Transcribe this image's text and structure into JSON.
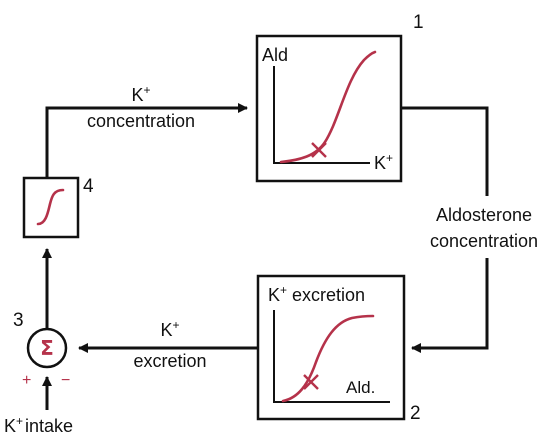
{
  "colors": {
    "curve": "#b5324a",
    "line": "#111111",
    "sign": "#b5324a"
  },
  "labels": {
    "k_conc_sym": "K",
    "k_conc_sup": "+",
    "k_conc_word": "concentration",
    "box1_number": "1",
    "box1_y_axis": "Ald",
    "box1_x_sym": "K",
    "box1_x_sup": "+",
    "aldo_line1": "Aldosterone",
    "aldo_line2": "concentration",
    "box2_number": "2",
    "box2_title_sym": "K",
    "box2_title_sup": "+",
    "box2_title_word": " excretion",
    "box2_x_axis": "Ald.",
    "k_exc_sym": "K",
    "k_exc_sup": "+",
    "k_exc_word": "excretion",
    "box3_number": "3",
    "sum_symbol": "Σ",
    "plus_sign": "+",
    "minus_sign": "−",
    "intake_sym": "K",
    "intake_sup": "+",
    "intake_word": "intake",
    "box4_number": "4"
  }
}
